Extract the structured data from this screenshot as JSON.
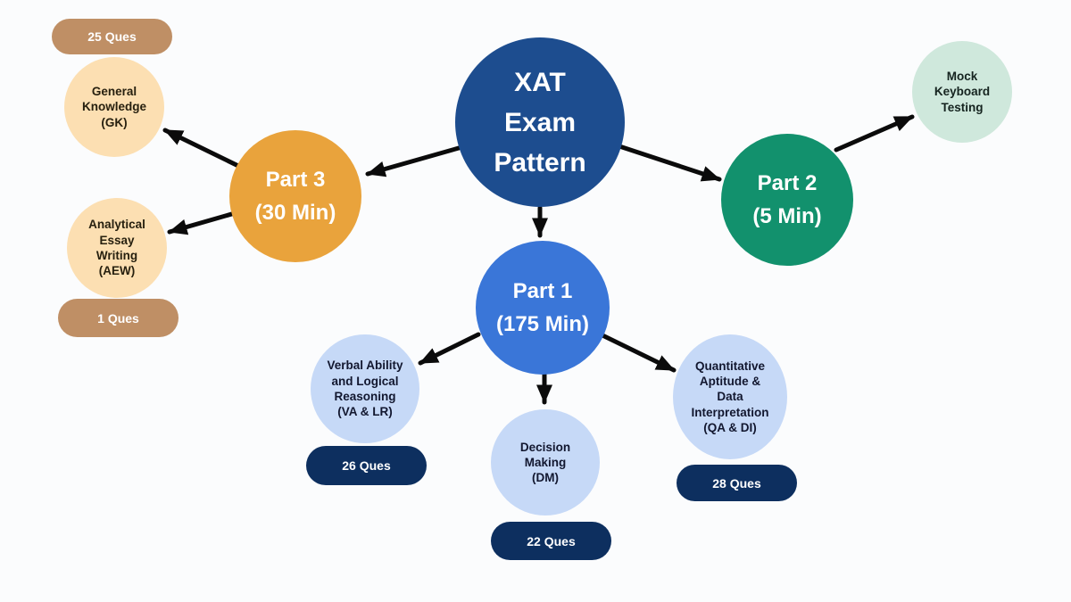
{
  "canvas": {
    "background_color": "#fbfcfd",
    "arrow_color": "#0b0b0b"
  },
  "nodes": {
    "center": {
      "text": "XAT\nExam\nPattern",
      "color": "#1d4d8f",
      "text_color": "#ffffff"
    },
    "part3": {
      "text": "Part 3\n(30 Min)",
      "color": "#e9a33c",
      "text_color": "#ffffff"
    },
    "part2": {
      "text": "Part 2\n(5 Min)",
      "color": "#12916d",
      "text_color": "#ffffff"
    },
    "part1": {
      "text": "Part 1\n(175 Min)",
      "color": "#3a76d8",
      "text_color": "#ffffff"
    },
    "gk": {
      "text": "General\nKnowledge\n(GK)",
      "color": "#fcdfb2",
      "badge": "25 Ques",
      "badge_color": "#bf8f65"
    },
    "aew": {
      "text": "Analytical\nEssay\nWriting\n(AEW)",
      "color": "#fcdfb2",
      "badge": "1 Ques",
      "badge_color": "#bf8f65"
    },
    "mock": {
      "text": "Mock\nKeyboard\nTesting",
      "color": "#cfe8dc"
    },
    "valr": {
      "text": "Verbal Ability\nand Logical\nReasoning\n(VA & LR)",
      "color": "#c6d9f7",
      "badge": "26 Ques",
      "badge_color": "#0d2f5f"
    },
    "dm": {
      "text": "Decision\nMaking\n(DM)",
      "color": "#c6d9f7",
      "badge": "22 Ques",
      "badge_color": "#0d2f5f"
    },
    "qadi": {
      "text": "Quantitative\nAptitude &\nData\nInterpretation\n(QA & DI)",
      "color": "#c6d9f7",
      "badge": "28 Ques",
      "badge_color": "#0d2f5f"
    }
  },
  "edges": [
    {
      "from": "center",
      "to": "part3"
    },
    {
      "from": "center",
      "to": "part2"
    },
    {
      "from": "center",
      "to": "part1"
    },
    {
      "from": "part3",
      "to": "gk"
    },
    {
      "from": "part3",
      "to": "aew"
    },
    {
      "from": "part2",
      "to": "mock"
    },
    {
      "from": "part1",
      "to": "valr"
    },
    {
      "from": "part1",
      "to": "dm"
    },
    {
      "from": "part1",
      "to": "qadi"
    }
  ]
}
